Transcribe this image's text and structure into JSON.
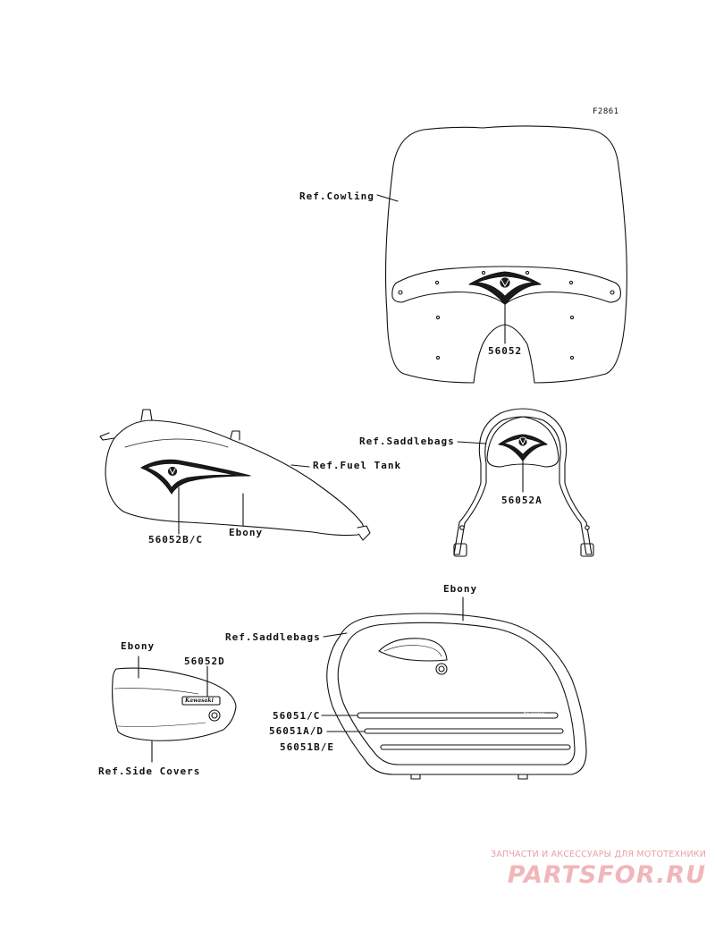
{
  "figure_id": "F2861",
  "labels": {
    "ref_cowling": "Ref.Cowling",
    "part_56052": "56052",
    "ref_saddlebags_top": "Ref.Saddlebags",
    "ref_fuel_tank": "Ref.Fuel Tank",
    "part_56052a": "56052A",
    "part_56052bc": "56052B/C",
    "ebony_tank": "Ebony",
    "ebony_saddlebag": "Ebony",
    "ref_saddlebags_bottom": "Ref.Saddlebags",
    "ebony_cover": "Ebony",
    "part_56052d": "56052D",
    "part_56051c": "56051/C",
    "part_56051ad": "56051A/D",
    "part_56051be": "56051B/E",
    "ref_side_covers": "Ref.Side Covers"
  },
  "emblems": {
    "side_cover_logo": "Kawasaki",
    "saddlebag_stripe_text": "Kawasaki"
  },
  "watermark": {
    "tagline": "ЗАПЧАСТИ И АКСЕССУАРЫ ДЛЯ МОТОТЕХНИКИ",
    "logo": "PARTSFOR.RU"
  },
  "colors": {
    "line": "#111111",
    "watermark_pink": "#f1b6ba"
  }
}
